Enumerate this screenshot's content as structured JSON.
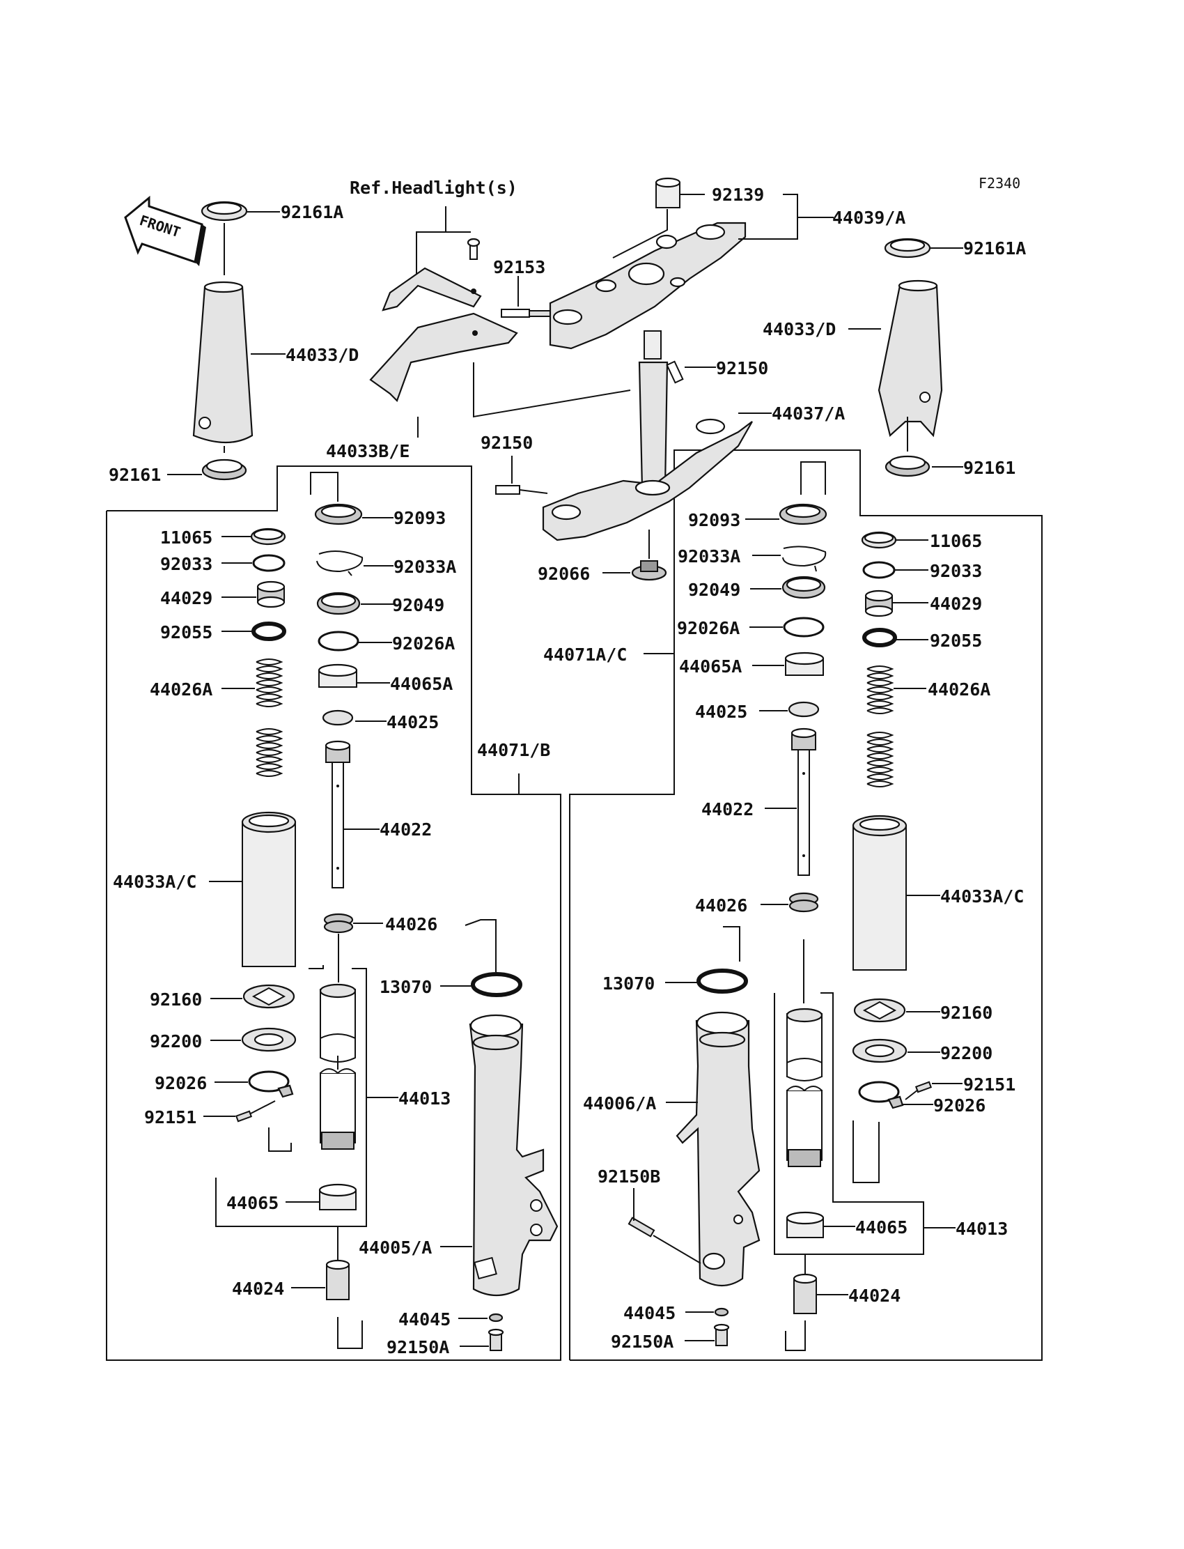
{
  "figure_code": "F2340",
  "ref_note": "Ref.Headlight(s)",
  "front_badge": "FRONT",
  "labels": {
    "p92161A_l": "92161A",
    "p92161A_r": "92161A",
    "p44033D_l": "44033/D",
    "p44033D_r": "44033/D",
    "p92161_l": "92161",
    "p92161_r": "92161",
    "p92153": "92153",
    "p92139": "92139",
    "p44039A": "44039/A",
    "p92150_a": "92150",
    "p92150_b": "92150",
    "p44037A": "44037/A",
    "p44033BE": "44033B/E",
    "p92066": "92066",
    "p44071AC": "44071A/C",
    "p44071B": "44071/B",
    "p92093_l": "92093",
    "p92093_r": "92093",
    "p11065_l": "11065",
    "p11065_r": "11065",
    "p92033_l": "92033",
    "p92033_r": "92033",
    "p92033A_l": "92033A",
    "p92033A_r": "92033A",
    "p44029_l": "44029",
    "p44029_r": "44029",
    "p92049_l": "92049",
    "p92049_r": "92049",
    "p92055_l": "92055",
    "p92055_r": "92055",
    "p92026A_l": "92026A",
    "p92026A_r": "92026A",
    "p44026A_l": "44026A",
    "p44026A_r": "44026A",
    "p44065A_l": "44065A",
    "p44065A_r": "44065A",
    "p44025_l": "44025",
    "p44025_r": "44025",
    "p44022_l": "44022",
    "p44022_r": "44022",
    "p44033AC_l": "44033A/C",
    "p44033AC_r": "44033A/C",
    "p44026_l": "44026",
    "p44026_r": "44026",
    "p13070_l": "13070",
    "p13070_r": "13070",
    "p92160_l": "92160",
    "p92160_r": "92160",
    "p92200_l": "92200",
    "p92200_r": "92200",
    "p92026_l": "92026",
    "p92026_r": "92026",
    "p92151_l": "92151",
    "p92151_r": "92151",
    "p44013_l": "44013",
    "p44013_r": "44013",
    "p44006A": "44006/A",
    "p44065_l": "44065",
    "p44065_r": "44065",
    "p44005A": "44005/A",
    "p92150B": "92150B",
    "p44024_l": "44024",
    "p44024_r": "44024",
    "p44045_l": "44045",
    "p44045_r": "44045",
    "p92150A_l": "92150A",
    "p92150A_r": "92150A"
  }
}
